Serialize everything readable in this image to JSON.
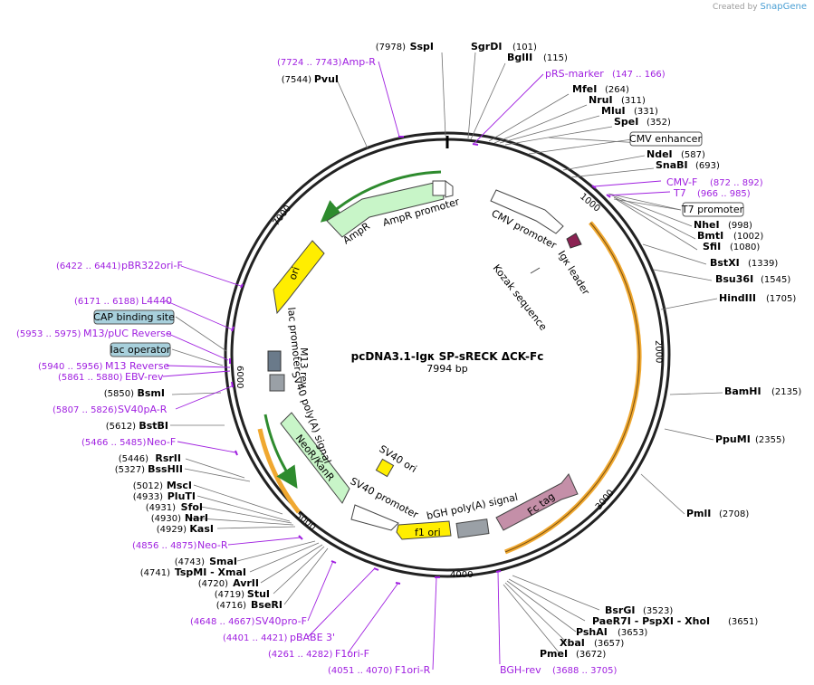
{
  "credit": {
    "prefix": "Created by",
    "brand": "SnapGene"
  },
  "plasmid": {
    "name": "pcDNA3.1-Igκ SP-sRECK ΔCK-Fc",
    "length_label": "7994 bp",
    "length": 7994
  },
  "ticks": [
    "1000",
    "2000",
    "3000",
    "4000",
    "5000",
    "6000",
    "7000"
  ],
  "enzymes_right": [
    {
      "name": "SgrDI",
      "pos": "(101)"
    },
    {
      "name": "BglII",
      "pos": "(115)"
    },
    {
      "name": "MfeI",
      "pos": "(264)"
    },
    {
      "name": "NruI",
      "pos": "(311)"
    },
    {
      "name": "MluI",
      "pos": "(331)"
    },
    {
      "name": "SpeI",
      "pos": "(352)"
    },
    {
      "name": "NdeI",
      "pos": "(587)"
    },
    {
      "name": "SnaBI",
      "pos": "(693)"
    },
    {
      "name": "NheI",
      "pos": "(998)"
    },
    {
      "name": "BmtI",
      "pos": "(1002)"
    },
    {
      "name": "SfiI",
      "pos": "(1080)"
    },
    {
      "name": "BstXI",
      "pos": "(1339)"
    },
    {
      "name": "Bsu36I",
      "pos": "(1545)"
    },
    {
      "name": "HindIII",
      "pos": "(1705)"
    },
    {
      "name": "BamHI",
      "pos": "(2135)"
    },
    {
      "name": "PpuMI",
      "pos": "(2355)"
    },
    {
      "name": "PmlI",
      "pos": "(2708)"
    },
    {
      "name": "BsrGI",
      "pos": "(3523)"
    },
    {
      "name": "PaeR7I - PspXI - XhoI",
      "pos": "(3651)"
    },
    {
      "name": "PshAI",
      "pos": "(3653)"
    },
    {
      "name": "XbaI",
      "pos": "(3657)"
    },
    {
      "name": "PmeI",
      "pos": "(3672)"
    }
  ],
  "enzymes_left": [
    {
      "name": "SspI",
      "pos": "(7978)"
    },
    {
      "name": "PvuI",
      "pos": "(7544)"
    },
    {
      "name": "BsmI",
      "pos": "(5850)"
    },
    {
      "name": "BstBI",
      "pos": "(5612)"
    },
    {
      "name": "RsrII",
      "pos": "(5446)"
    },
    {
      "name": "BssHII",
      "pos": "(5327)"
    },
    {
      "name": "MscI",
      "pos": "(5012)"
    },
    {
      "name": "PluTI",
      "pos": "(4933)"
    },
    {
      "name": "SfoI",
      "pos": "(4931)"
    },
    {
      "name": "NarI",
      "pos": "(4930)"
    },
    {
      "name": "KasI",
      "pos": "(4929)"
    },
    {
      "name": "SmaI",
      "pos": "(4743)"
    },
    {
      "name": "TspMI - XmaI",
      "pos": "(4741)"
    },
    {
      "name": "AvrII",
      "pos": "(4720)"
    },
    {
      "name": "StuI",
      "pos": "(4719)"
    },
    {
      "name": "BseRI",
      "pos": "(4716)"
    }
  ],
  "primers": [
    {
      "name": "Amp-R",
      "pos": "(7724 .. 7743)"
    },
    {
      "name": "pRS-marker",
      "pos": "(147 .. 166)"
    },
    {
      "name": "CMV-F",
      "pos": "(872 .. 892)"
    },
    {
      "name": "T7",
      "pos": "(966 .. 985)"
    },
    {
      "name": "pBR322ori-F",
      "pos": "(6422 .. 6441)"
    },
    {
      "name": "L4440",
      "pos": "(6171 .. 6188)"
    },
    {
      "name": "M13/pUC Reverse",
      "pos": "(5953 .. 5975)"
    },
    {
      "name": "M13 Reverse",
      "pos": "(5940 .. 5956)"
    },
    {
      "name": "EBV-rev",
      "pos": "(5861 .. 5880)"
    },
    {
      "name": "SV40pA-R",
      "pos": "(5807 .. 5826)"
    },
    {
      "name": "Neo-F",
      "pos": "(5466 .. 5485)"
    },
    {
      "name": "Neo-R",
      "pos": "(4856 .. 4875)"
    },
    {
      "name": "SV40pro-F",
      "pos": "(4648 .. 4667)"
    },
    {
      "name": "pBABE 3'",
      "pos": "(4401 .. 4421)"
    },
    {
      "name": "F1ori-F",
      "pos": "(4261 .. 4282)"
    },
    {
      "name": "F1ori-R",
      "pos": "(4051 .. 4070)"
    },
    {
      "name": "BGH-rev",
      "pos": "(3688 .. 3705)"
    }
  ],
  "boxed_features": [
    "CMV enhancer",
    "T7 promoter",
    "CAP binding site",
    "lac operator"
  ],
  "features": [
    "AmpR promoter",
    "AmpR",
    "ori",
    "lac promoter",
    "M13 rev",
    "SV40 poly(A) signal",
    "NeoR/KanR",
    "SV40 promoter",
    "SV40 ori",
    "f1 ori",
    "bGH poly(A) signal",
    "Fc tag",
    "CMV promoter",
    "Igκ leader",
    "Kozak sequence"
  ],
  "colors": {
    "backbone": "#222222",
    "primer": "#a020e0",
    "amp": "#c8f5c8",
    "amp_dark": "#2e8b2e",
    "ori": "#ffee00",
    "fc": "#c48fa8",
    "igk": "#8b2252",
    "orf": "#f0a830",
    "grey_box": "#9aa0a6",
    "boxed_blue": "#a8d0dc"
  }
}
